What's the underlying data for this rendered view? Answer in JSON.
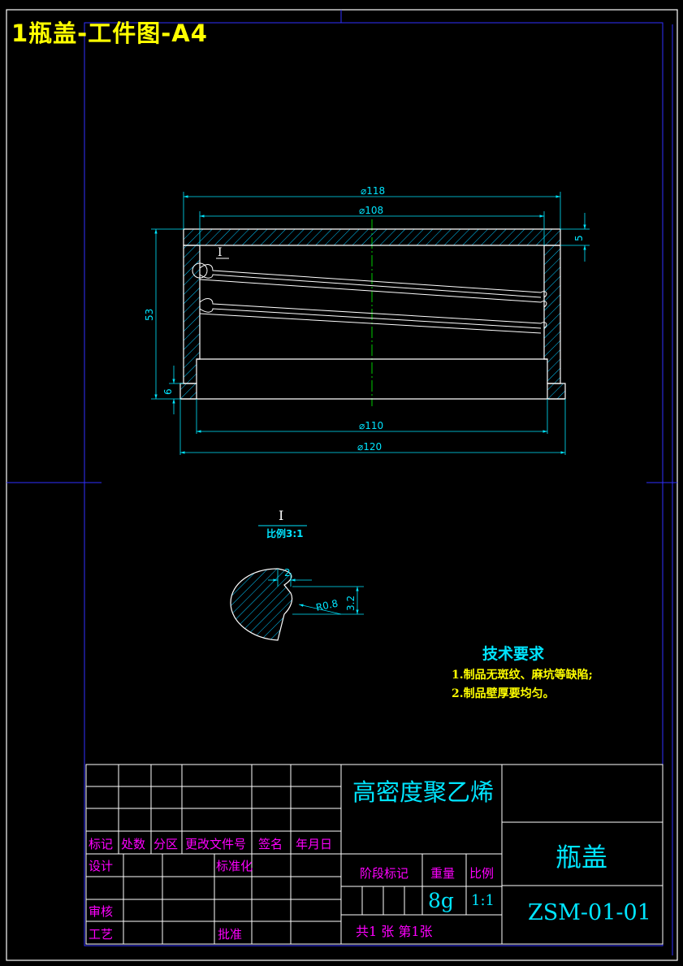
{
  "sheet_title": "1瓶盖-工件图-A4",
  "dimensions": {
    "d118": "⌀118",
    "d108": "⌀108",
    "d110": "⌀110",
    "d120": "⌀120",
    "h53": "53",
    "h5": "5",
    "h6": "6",
    "detail_2": "2",
    "detail_r": "R0.8",
    "detail_32": "3.2"
  },
  "detail": {
    "mark": "I",
    "label": "I",
    "scale_label": "比例3:1"
  },
  "tech_requirements": {
    "title": "技术要求",
    "items": [
      "1.制品无斑纹、麻坑等缺陷;",
      "2.制品壁厚要均匀。"
    ]
  },
  "title_block": {
    "material": "高密度聚乙烯",
    "part_name": "瓶盖",
    "drawing_no": "ZSM-01-01",
    "headers": [
      "标记",
      "处数",
      "分区",
      "更改文件号",
      "签名",
      "年月日"
    ],
    "roles": {
      "design": "设计",
      "standardize": "标准化",
      "review": "审核",
      "process": "工艺",
      "approve": "批准"
    },
    "stage_label": "阶段标记",
    "weight_label": "重量",
    "scale_label": "比例",
    "weight_value": "8g",
    "scale_value": "1:1",
    "sheets": "共1 张 第1张"
  },
  "colors": {
    "background": "#000000",
    "outline": "#ffffff",
    "hatch": "#00c8ff",
    "dimension": "#00e5ff",
    "centerline": "#00ff00",
    "frame_blue": "#0000ff",
    "text_yellow": "#ffff00",
    "text_magenta": "#ff00ff"
  }
}
